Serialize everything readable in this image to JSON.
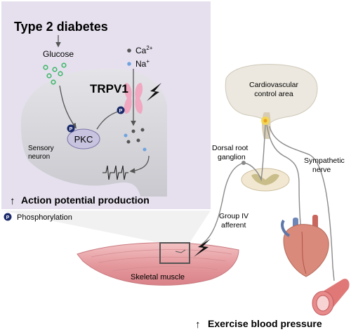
{
  "inset": {
    "title": "Type 2 diabetes",
    "glucose": "Glucose",
    "ion1": "Ca",
    "ion1_sup": "2+",
    "ion2": "Na",
    "ion2_sup": "+",
    "channel": "TRPV1",
    "kinase": "PKC",
    "phospho_symbol": "P",
    "cell_label_1": "Sensory",
    "cell_label_2": "neuron",
    "effect_arrow": "↑",
    "effect": "Action potential production"
  },
  "legend": {
    "symbol": "P",
    "label": "Phosphorylation"
  },
  "main": {
    "brain_label_1": "Cardiovascular",
    "brain_label_2": "control area",
    "drg_label_1": "Dorsal root",
    "drg_label_2": "ganglion",
    "symp_label_1": "Sympathetic",
    "symp_label_2": "nerve",
    "afferent_label_1": "Group IV",
    "afferent_label_2": "afferent",
    "muscle_label": "Skeletal muscle",
    "result_arrow": "↑",
    "result": "Exercise blood pressure"
  },
  "colors": {
    "inset_bg": "#e6e0ee",
    "cell": "#d6d6dc",
    "pkc": "#c8c3de",
    "phospho": "#1b2a6b",
    "trpv1": "#f0a7bf",
    "glucose_dot": "#3fb86a",
    "ca_dot": "#555555",
    "na_dot": "#6fa3e0",
    "muscle": "#e8a0a4",
    "heart": "#d98a7a",
    "vessel": "#e07878"
  }
}
